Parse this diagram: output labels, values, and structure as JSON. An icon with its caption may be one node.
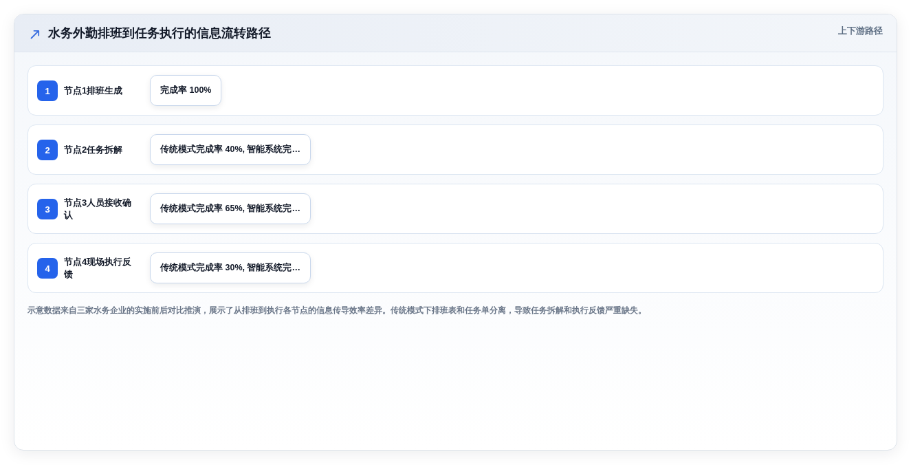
{
  "diagram": {
    "title": "水务外勤排班到任务执行的信息流转路径",
    "caption": "示意数据来自三家水务企业的实施前后对比推演，展示了从排班到执行各节点的信息传导效率差异。传统模式下排班表和任务单分离，导致任务拆解和执行反馈严重缺失。",
    "nodes": [
      {
        "text": [
          "节点1排班生成"
        ]
      },
      {
        "text": [
          "1"
        ],
        "in": 0
      },
      {
        "text": [
          "完成率 100%"
        ],
        "in": 0
      },
      {
        "text": [
          "节点2任务拆解"
        ]
      },
      {
        "text": [
          "2"
        ],
        "in": 3
      },
      {
        "text": [
          "传统模式完成率 40%, 智能系统完…"
        ],
        "in": 3
      },
      {
        "text": [
          "节点3人员接收确认"
        ]
      },
      {
        "text": [
          "3"
        ],
        "in": 6
      },
      {
        "text": [
          "传统模式完成率 65%, 智能系统完…"
        ],
        "in": 6
      },
      {
        "text": [
          "节点4现场执行反馈"
        ]
      },
      {
        "text": [
          "4"
        ],
        "in": 9
      },
      {
        "text": [
          "传统模式完成率 30%, 智能系统完…"
        ],
        "in": 9
      }
    ],
    "labels": [
      "上下游路径"
    ]
  }
}
